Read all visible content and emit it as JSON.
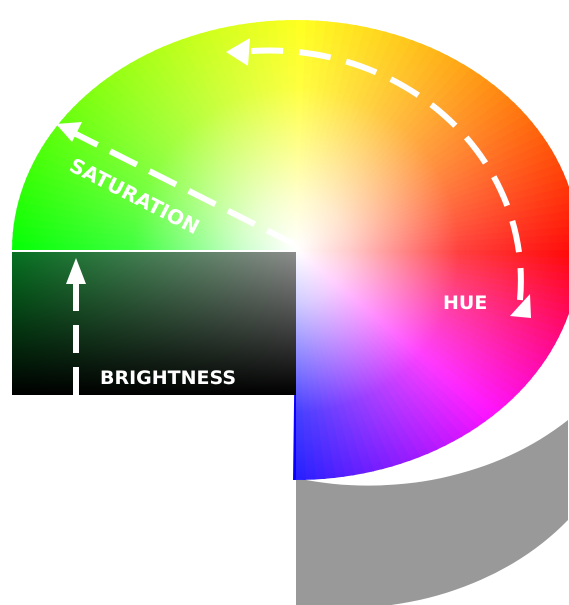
{
  "labels": {
    "saturation": "SATURATION",
    "hue": "HUE",
    "brightness": "BRIGHTNESS"
  },
  "colors": {
    "red": "#ff0000",
    "yellow": "#ffff00",
    "green": "#00ff00",
    "cyan": "#00ffff",
    "blue": "#0000ff",
    "magenta": "#ff00ff",
    "side_gray": "#999999",
    "arrow": "#ffffff",
    "text": "#ffffff"
  }
}
